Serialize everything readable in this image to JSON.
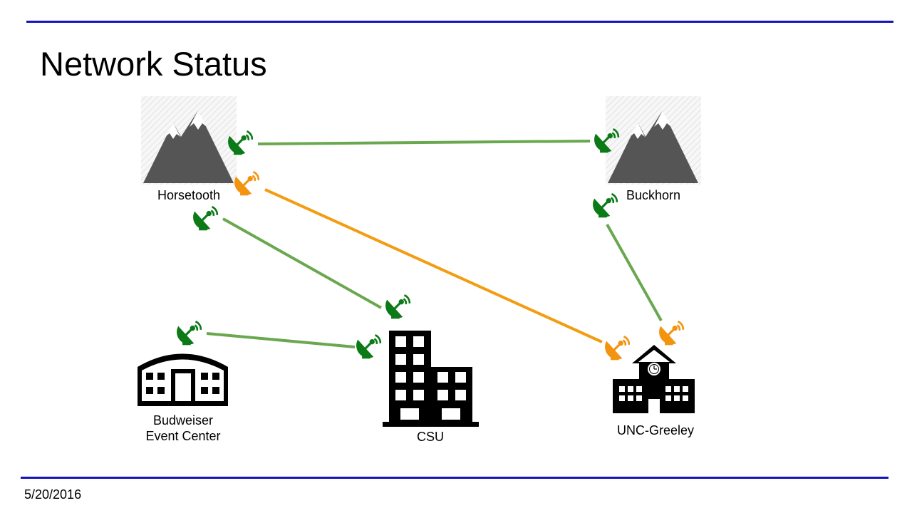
{
  "title": "Network Status",
  "date": "5/20/2016",
  "colors": {
    "rule": "#1414b8",
    "link_ok": "#6aa84f",
    "link_warn": "#f39c12",
    "radio_ok": "#0b7a17",
    "radio_warn": "#f39410",
    "icon": "#000000",
    "mountain": "#555555"
  },
  "nodes": [
    {
      "id": "horsetooth",
      "label": "Horsetooth",
      "icon": "mountain-icon"
    },
    {
      "id": "buckhorn",
      "label": "Buckhorn",
      "icon": "mountain-icon"
    },
    {
      "id": "budweiser",
      "label": "Budweiser",
      "label2": "Event Center",
      "icon": "event-center-icon"
    },
    {
      "id": "csu",
      "label": "CSU",
      "icon": "office-building-icon"
    },
    {
      "id": "unc",
      "label": "UNC-Greeley",
      "icon": "school-building-icon"
    }
  ],
  "links": [
    {
      "from": "horsetooth",
      "to": "buckhorn",
      "status": "ok"
    },
    {
      "from": "horsetooth",
      "to": "unc",
      "status": "warn"
    },
    {
      "from": "horsetooth",
      "to": "csu",
      "status": "ok"
    },
    {
      "from": "buckhorn",
      "to": "unc",
      "status": "ok"
    },
    {
      "from": "budweiser",
      "to": "csu",
      "status": "ok"
    }
  ]
}
